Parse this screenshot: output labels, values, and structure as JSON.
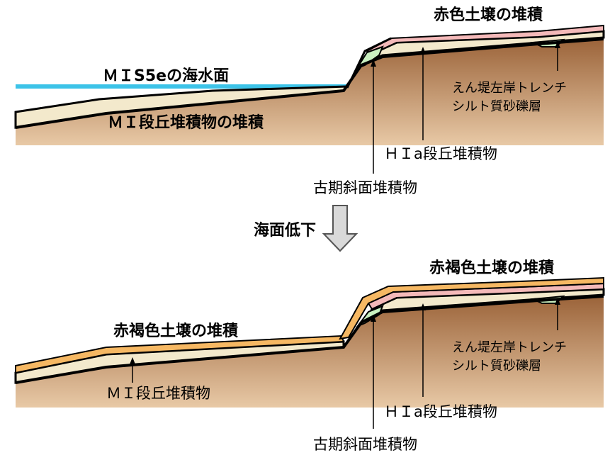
{
  "colors": {
    "soil": "#b07a50",
    "soil_light": "#e6c9a4",
    "terrace_band": "#f3e9cc",
    "red_soil": "#f4b9b9",
    "red_brown_soil": "#f6b863",
    "slope_green": "#c9f0c0",
    "trench_green": "#c9f0c0",
    "sea": "#3cc3e8",
    "line": "#000000",
    "arrow_fill": "#d9d9d9"
  },
  "top": {
    "labels": {
      "sea_level": "ＭＩS5eの海水面",
      "mi_deposit": "ＭＩ段丘堆積物の堆積",
      "red_soil": "赤色土壌の堆積",
      "trench": "えん堤左岸トレンチ",
      "trench_2": "シルト質砂礫層",
      "hia": "ＨＩa段丘堆積物",
      "old_slope": "古期斜面堆積物"
    }
  },
  "transition": {
    "label": "海面低下",
    "icon": "down-arrow-icon"
  },
  "bottom": {
    "labels": {
      "red_brown_right": "赤褐色土壌の堆積",
      "red_brown_left": "赤褐色土壌の堆積",
      "mi_deposit": "ＭＩ段丘堆積物",
      "trench": "えん堤左岸トレンチ",
      "trench_2": "シルト質砂礫層",
      "hia": "ＨＩa段丘堆積物",
      "old_slope": "古期斜面堆積物"
    }
  }
}
